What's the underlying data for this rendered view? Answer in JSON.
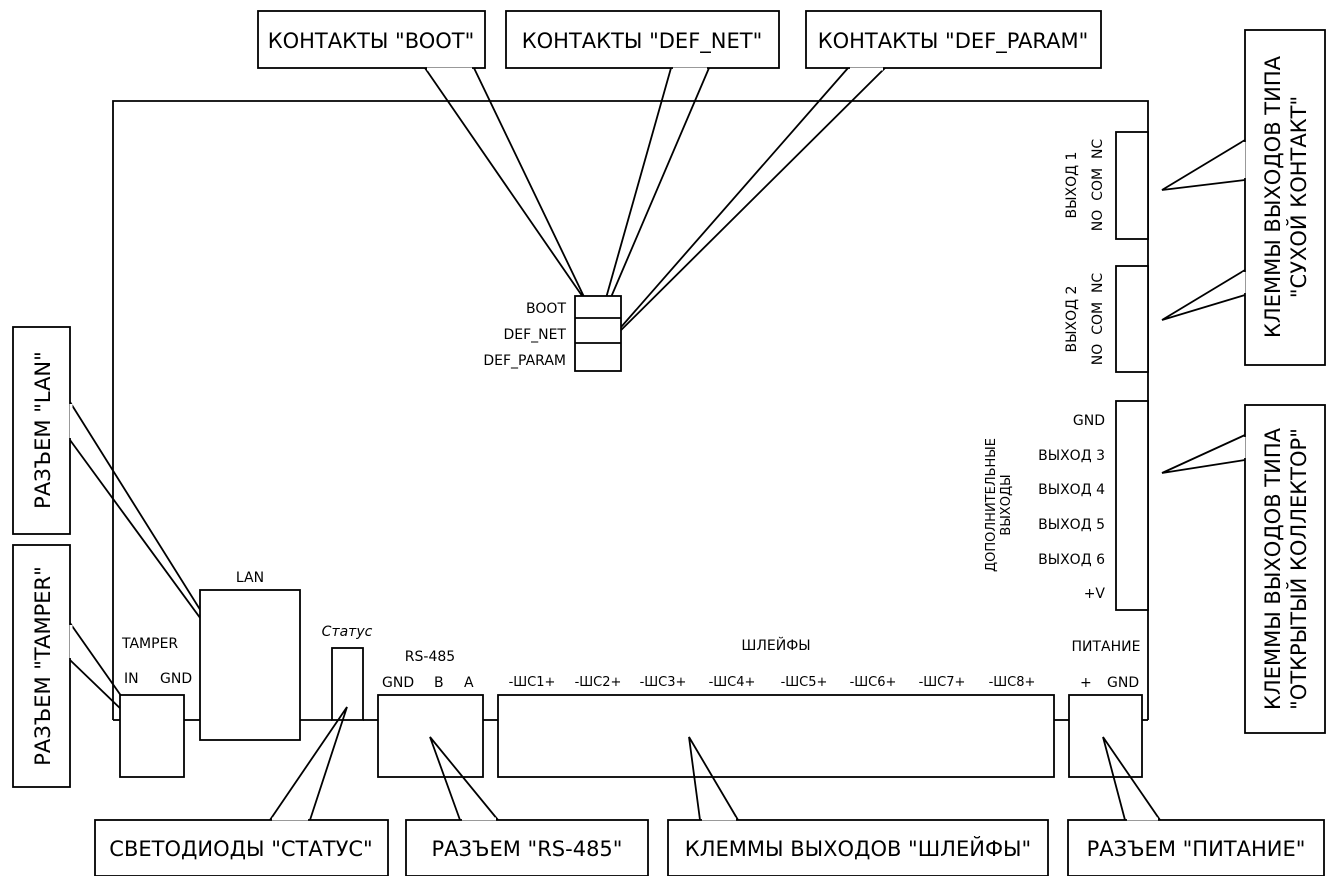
{
  "callouts": {
    "boot": "КОНТАКТЫ \"BOOT\"",
    "def_net": "КОНТАКТЫ \"DEF_NET\"",
    "def_param": "КОНТАКТЫ \"DEF_PARAM\"",
    "lan": "РАЗЪЕМ \"LAN\"",
    "tamper": "РАЗЪЕМ \"TAMPER\"",
    "dry_contact_line1": "КЛЕММЫ ВЫХОДОВ ТИПА",
    "dry_contact_line2": "\"СУХОЙ КОНТАКТ\"",
    "open_collector_line1": "КЛЕММЫ ВЫХОДОВ ТИПА",
    "open_collector_line2": "\"ОТКРЫТЫЙ КОЛЛЕКТОР\"",
    "status_leds": "СВЕТОДИОДЫ \"СТАТУС\"",
    "rs485": "РАЗЪЕМ \"RS-485\"",
    "loops": "КЛЕММЫ ВЫХОДОВ \"ШЛЕЙФЫ\"",
    "power": "РАЗЪЕМ \"ПИТАНИЕ\""
  },
  "jumpers": {
    "boot": "BOOT",
    "def_net": "DEF_NET",
    "def_param": "DEF_PARAM"
  },
  "board": {
    "tamper_title": "TAMPER",
    "tamper_in": "IN",
    "tamper_gnd": "GND",
    "lan_title": "LAN",
    "status_title": "Статус",
    "rs485_title": "RS-485",
    "rs485_gnd": "GND",
    "rs485_b": "B",
    "rs485_a": "A",
    "loops_title": "ШЛЕЙФЫ",
    "loops": [
      "-ШС1+",
      "-ШС2+",
      "-ШС3+",
      "-ШС4+",
      "-ШС5+",
      "-ШС6+",
      "-ШС7+",
      "-ШС8+"
    ],
    "power_title": "ПИТАНИЕ",
    "power_plus": "+",
    "power_gnd": "GND",
    "out1_title": "ВЫХОД 1",
    "out1_pins": "NO  COM  NC",
    "out2_title": "ВЫХОД 2",
    "out2_pins": "NO  COM  NC",
    "extra_outputs_line1": "ДОПОЛНИТЕЛЬНЫЕ",
    "extra_outputs_line2": "ВЫХОДЫ",
    "oc_pins": [
      "GND",
      "ВЫХОД 3",
      "ВЫХОД 4",
      "ВЫХОД 5",
      "ВЫХОД 6",
      "+V"
    ]
  }
}
